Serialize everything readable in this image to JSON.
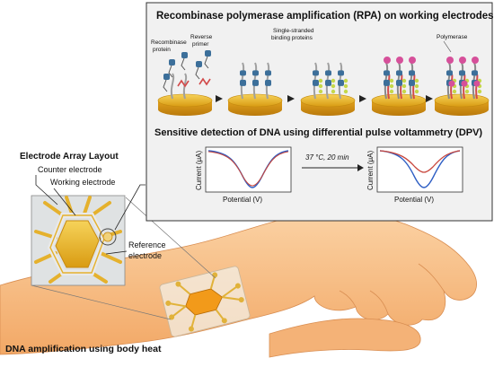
{
  "rpa": {
    "title": "Recombinase polymerase amplification (RPA) on working electrodes",
    "label_recombinase": [
      "Recombinase",
      "protein"
    ],
    "label_reverse": [
      "Reverse",
      "primer"
    ],
    "label_ssb": [
      "Single-stranded",
      "binding proteins"
    ],
    "label_polymerase": "Polymerase"
  },
  "dpv": {
    "title": "Sensitive detection of DNA using differential pulse voltammetry (DPV)",
    "ylabel": "Current (μA)",
    "xlabel": "Potential (V)",
    "condition": "37 °C, 20 min"
  },
  "electrode": {
    "title": "Electrode Array Layout",
    "counter": "Counter electrode",
    "working": "Working electrode",
    "reference": [
      "Reference",
      "electrode"
    ]
  },
  "caption": "DNA amplification using body heat",
  "colors": {
    "gold": "#e8b92c",
    "blue_curve": "#2f5fc4",
    "red_curve": "#c8463c",
    "protein": "#3c6f9a",
    "primer": "#d24a4a",
    "ssb": "#c5d84a",
    "polymerase": "#d6509a",
    "skin": "#f8c18a"
  },
  "icons": [
    "arrow-right-icon"
  ]
}
